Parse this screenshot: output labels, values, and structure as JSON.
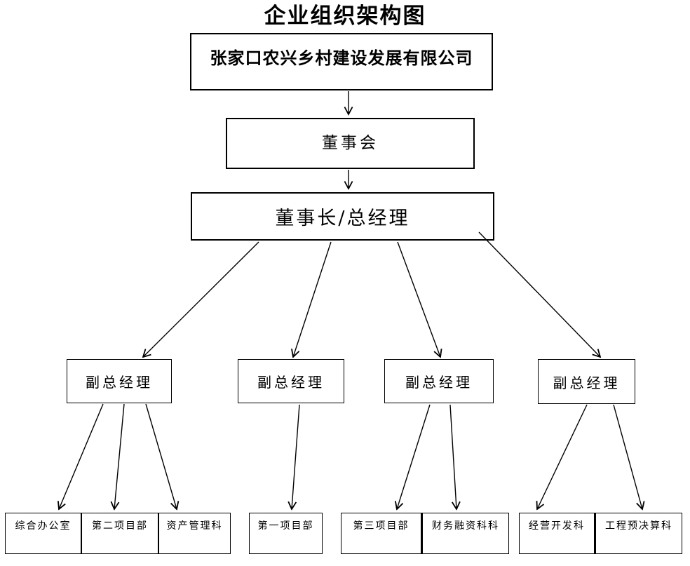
{
  "page": {
    "title": "企业组织架构图"
  },
  "nodes": {
    "company": "张家口农兴乡村建设发展有限公司",
    "board": "董事会",
    "chairman": "董事长/总经理",
    "deputy1": "副总经理",
    "deputy2": "副总经理",
    "deputy3": "副总经理",
    "deputy4": "副总经理",
    "dept_group1": [
      "综合办公室",
      "第二项目部",
      "资产管理科"
    ],
    "dept_group2": [
      "第一项目部"
    ],
    "dept_group3": [
      "第三项目部",
      "财务融资科科"
    ],
    "dept_group4": [
      "经营开发科",
      "工程预决算科"
    ]
  },
  "colors": {
    "line": "#000000",
    "background": "#ffffff",
    "text": "#000000"
  }
}
